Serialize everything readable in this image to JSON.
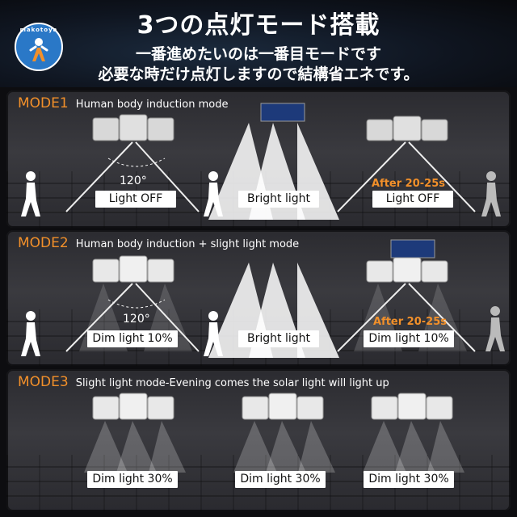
{
  "header": {
    "title": "3つの点灯モード搭載",
    "line1": "一番進めたいのは一番目モードです",
    "line2": "必要な時だけ点灯しますので結構省エネです。",
    "logo_text": "makotoya"
  },
  "modes": [
    {
      "label": "MODE1",
      "desc": "Human body induction mode",
      "angle": "120°",
      "states": [
        "Light OFF",
        "Bright light",
        "Light OFF"
      ],
      "delay": "After 20-25s"
    },
    {
      "label": "MODE2",
      "desc": "Human body induction + slight light mode",
      "angle": "120°",
      "states": [
        "Dim light 10%",
        "Bright light",
        "Dim light 10%"
      ],
      "delay": "After 20-25s"
    },
    {
      "label": "MODE3",
      "desc": "Slight light mode-Evening comes the solar light will light up",
      "states": [
        "Dim light 30%",
        "Dim light 30%",
        "Dim light 30%"
      ]
    }
  ],
  "colors": {
    "accent": "#f2902a",
    "logo": "#2a78c7"
  }
}
